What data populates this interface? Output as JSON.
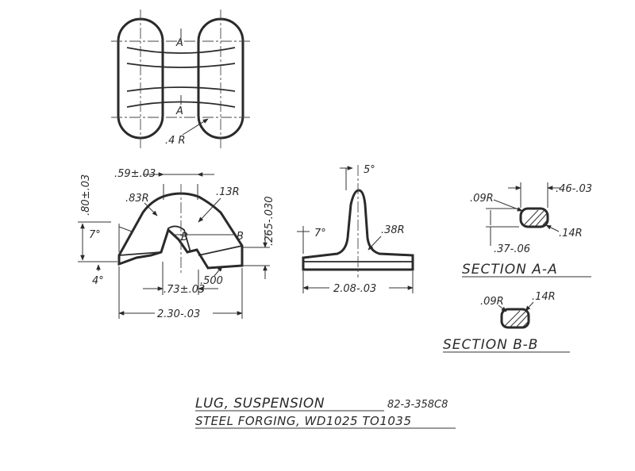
{
  "drawing": {
    "title_line1": "LUG, SUSPENSION",
    "part_number": "82-3-358C8",
    "title_line2": "STEEL FORGING, WD1025 TO1035"
  },
  "top_view": {
    "section_mark_upper": "A",
    "section_mark_lower": "A",
    "radius_label": ".4 R"
  },
  "front_view": {
    "dim_top_width": ".59±.03",
    "dim_radius_large": ".83R",
    "dim_radius_small": ".13R",
    "dim_height": ".80±.03",
    "dim_side_height": ".265-.030",
    "draft_angle": "7°",
    "base_angle": "4°",
    "section_mark_left": "B",
    "section_mark_right": "B",
    "dim_inner_width": ".73±.03",
    "dim_slot": ".500",
    "dim_overall_width": "2.30-.03"
  },
  "side_view": {
    "draft_angle_top": "5°",
    "draft_angle_side": "7°",
    "dim_radius": ".38R",
    "dim_overall_width": "2.08-.03"
  },
  "section_a": {
    "dim_radius_left": ".09R",
    "dim_width": ".46-.03",
    "dim_radius_right": ".14R",
    "dim_height": ".37-.06",
    "label": "SECTION A-A"
  },
  "section_b": {
    "dim_radius_left": ".09R",
    "dim_radius_right": ".14R",
    "label": "SECTION B-B"
  }
}
